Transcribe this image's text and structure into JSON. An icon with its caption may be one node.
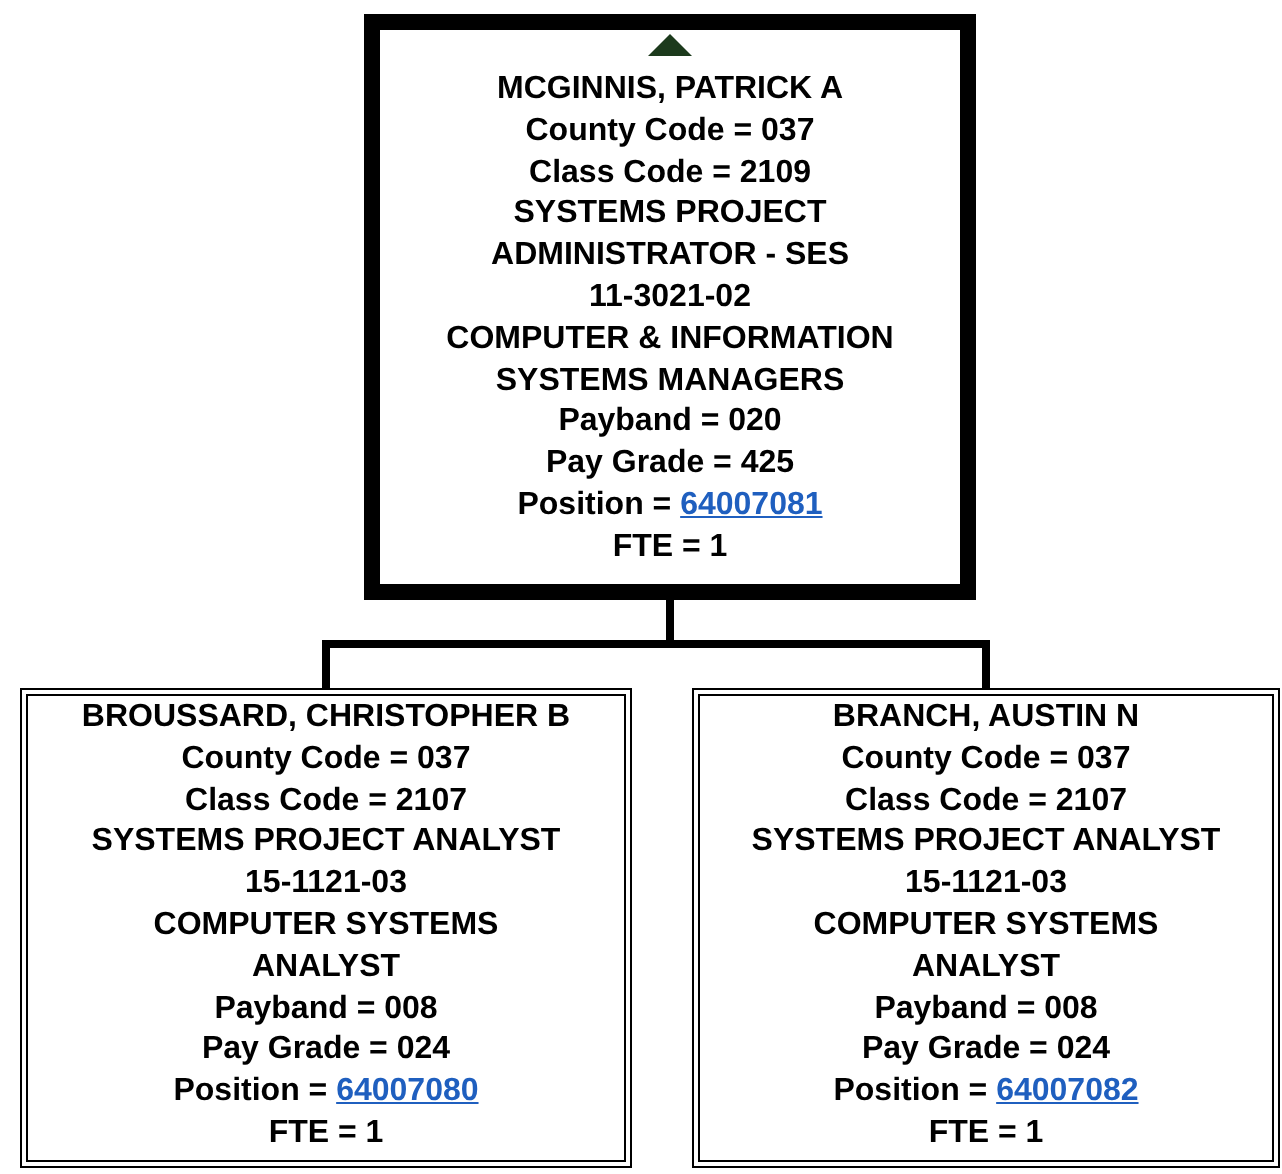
{
  "diagram": {
    "nodes": [
      {
        "text": [
          "MCGINNIS, PATRICK A",
          "County Code = 037",
          "Class Code = 2109",
          "SYSTEMS PROJECT ADMINISTRATOR - SES",
          "11-3021-02",
          "COMPUTER & INFORMATION SYSTEMS MANAGERS",
          "Payband = 020",
          "Pay Grade = 425",
          "Position =",
          "64007081",
          "FTE = 1"
        ]
      },
      {
        "text": [
          "BROUSSARD, CHRISTOPHER B",
          "County Code = 037",
          "Class Code = 2107",
          "SYSTEMS PROJECT ANALYST",
          "15-1121-03",
          "COMPUTER SYSTEMS ANALYST",
          "Payband = 008",
          "Pay Grade = 024",
          "Position =",
          "64007080",
          "FTE = 1"
        ]
      },
      {
        "text": [
          "BRANCH, AUSTIN N",
          "County Code = 037",
          "Class Code = 2107",
          "SYSTEMS PROJECT ANALYST",
          "15-1121-03",
          "COMPUTER SYSTEMS ANALYST",
          "Payband = 008",
          "Pay Grade = 024",
          "Position =",
          "64007082",
          "FTE = 1"
        ]
      }
    ],
    "edges": [
      {
        "from": 0,
        "to": 1,
        "arrow": "none"
      },
      {
        "from": 0,
        "to": 2,
        "arrow": "none"
      }
    ]
  }
}
